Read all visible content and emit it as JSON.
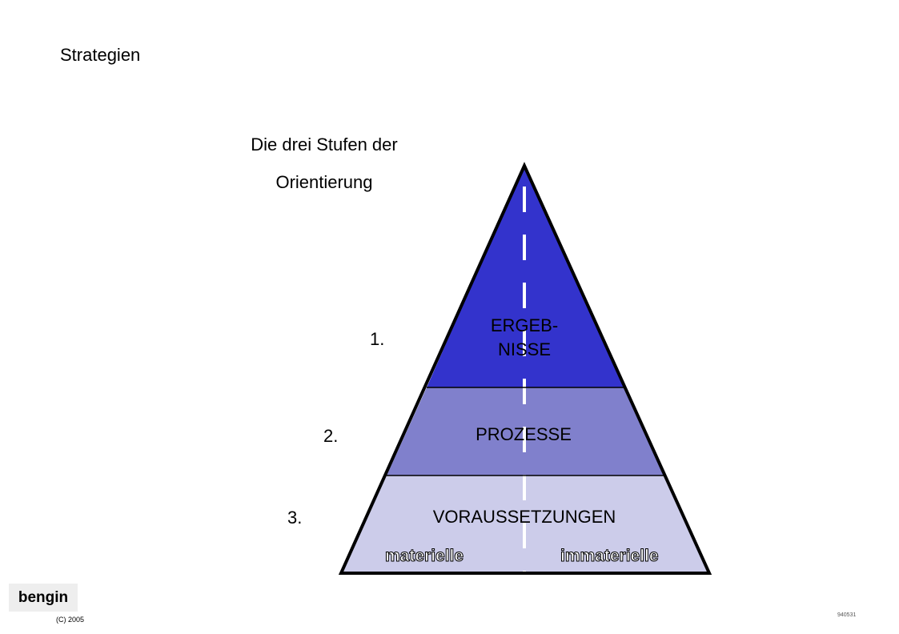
{
  "title": "Strategien",
  "subtitle_lines": [
    "Die drei Stufen der",
    "Orientierung"
  ],
  "colors": {
    "level1": "#3333cc",
    "level2": "#8080cc",
    "level3": "#ccccea",
    "outline": "#000000",
    "divider": "#ffffff"
  },
  "levels": [
    {
      "number": "1.",
      "label_lines": [
        "ERGEB-",
        "NISSE"
      ]
    },
    {
      "number": "2.",
      "label": "PROZESSE"
    },
    {
      "number": "3.",
      "label": "VORAUSSETZUNGEN",
      "left_sub": "materielle",
      "right_sub": "immaterielle"
    }
  ],
  "footer": {
    "logo": "bengin",
    "copyright": "(C) 2005",
    "code": "940531"
  }
}
